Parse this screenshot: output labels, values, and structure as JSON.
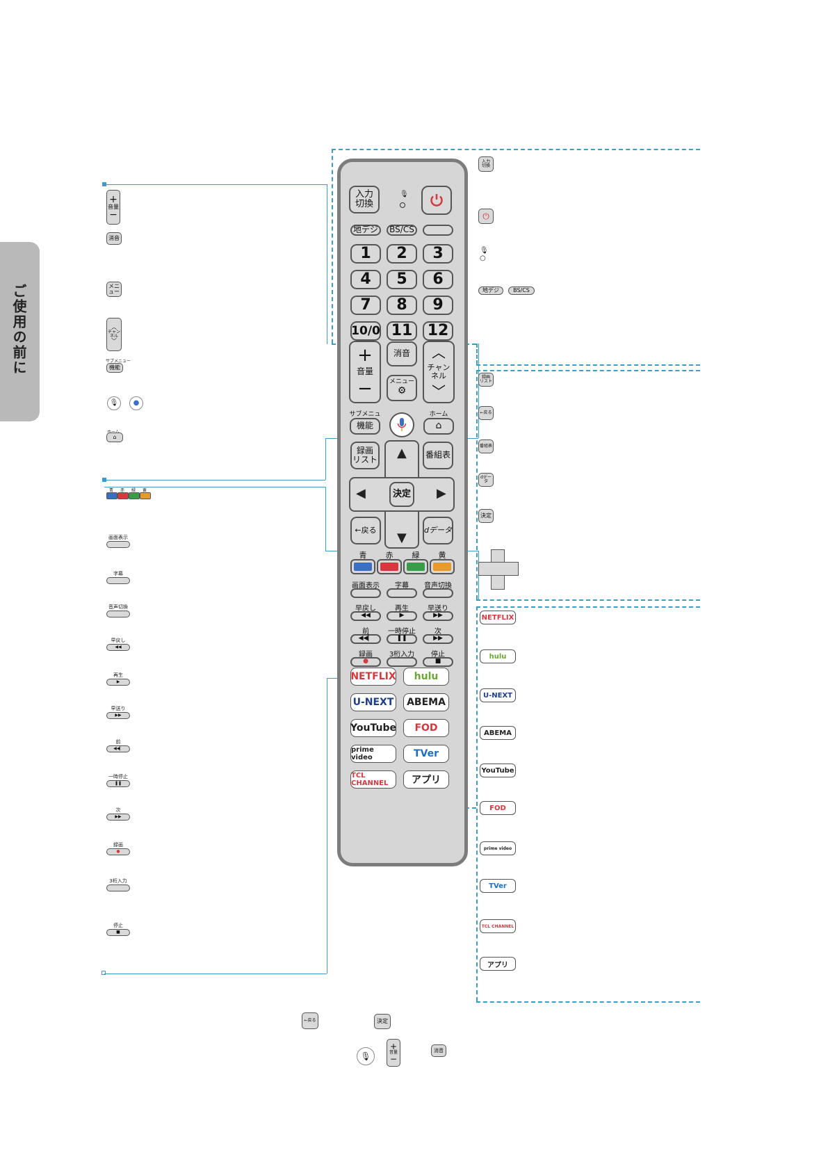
{
  "sidebar": {
    "section_tab": "ご使用の前に"
  },
  "remote": {
    "top": {
      "input": "入力\n切換",
      "chideji": "地デジ",
      "bscs": "BS/CS"
    },
    "numbers": [
      "1",
      "2",
      "3",
      "4",
      "5",
      "6",
      "7",
      "8",
      "9",
      "10/0",
      "11",
      "12"
    ],
    "volume": "音量",
    "mute": "消音",
    "menu": "メニュー",
    "channel": "チャンネル",
    "submenu_label": "サブメニュー",
    "submenu": "機能",
    "home_label": "ホーム",
    "recording_list": "録画\nリスト",
    "program_guide": "番組表",
    "ok": "決定",
    "back": "←戻る",
    "data": "dデータ",
    "colors": [
      "青",
      "赤",
      "緑",
      "黄"
    ],
    "color_values": [
      "#3a6fc4",
      "#d7383d",
      "#3a9b4a",
      "#e79b2e"
    ],
    "row1": [
      "画面表示",
      "字幕",
      "音声切換"
    ],
    "row2": [
      "早戻し",
      "再生",
      "早送り"
    ],
    "row3": [
      "前",
      "一時停止",
      "次"
    ],
    "row4": [
      "録画",
      "3桁入力",
      "停止"
    ],
    "apps": [
      "NETFLIX",
      "hulu",
      "U-NEXT",
      "ABEMA",
      "YouTube",
      "FOD",
      "prime video",
      "TVer",
      "TCL CHANNEL",
      "アプリ"
    ]
  },
  "left_icons": {
    "volume": "音量",
    "mute": "消音",
    "menu": "メニュー",
    "channel": "チャンネル",
    "submenu_top": "サブメニュー",
    "submenu": "機能",
    "home": "ホーム",
    "colors": [
      "青",
      "赤",
      "緑",
      "黄"
    ],
    "display": "画面表示",
    "subtitle": "字幕",
    "audio": "音声切換",
    "rewind": "早戻し",
    "play": "再生",
    "ff": "早送り",
    "prev": "前",
    "pause": "一時停止",
    "next": "次",
    "rec": "録画",
    "digit": "3桁入力",
    "stop": "停止"
  },
  "right_icons": {
    "input": "入力\n切換",
    "chideji": "地デジ",
    "bscs": "BS/CS",
    "reclist": "録画\nリスト",
    "back": "←戻る",
    "guide": "番組表",
    "data": "dデータ",
    "ok": "決定",
    "apps": [
      "NETFLIX",
      "hulu",
      "U-NEXT",
      "ABEMA",
      "YouTube",
      "FOD",
      "prime video",
      "TVer",
      "TCL CHANNEL",
      "アプリ"
    ]
  },
  "bottom_icons": {
    "back": "←戻る",
    "ok": "決定",
    "volume": "音量",
    "mute": "消音"
  }
}
